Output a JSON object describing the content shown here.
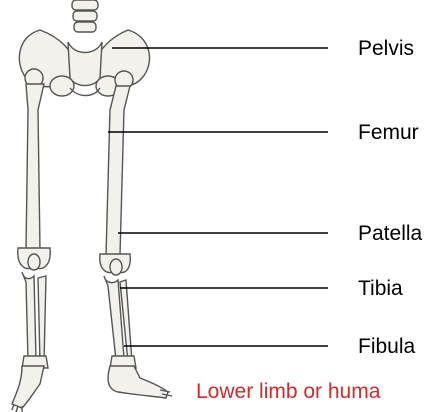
{
  "labels": {
    "pelvis": "Pelvis",
    "femur": "Femur",
    "patella": "Patella",
    "tibia": "Tibia",
    "fibula": "Fibula"
  },
  "caption": {
    "text": "Lower limb or huma",
    "color": "#d42a2a"
  },
  "colors": {
    "bone_fill": "#f3f1ec",
    "bone_stroke": "#555555",
    "leader_line": "#000000"
  }
}
